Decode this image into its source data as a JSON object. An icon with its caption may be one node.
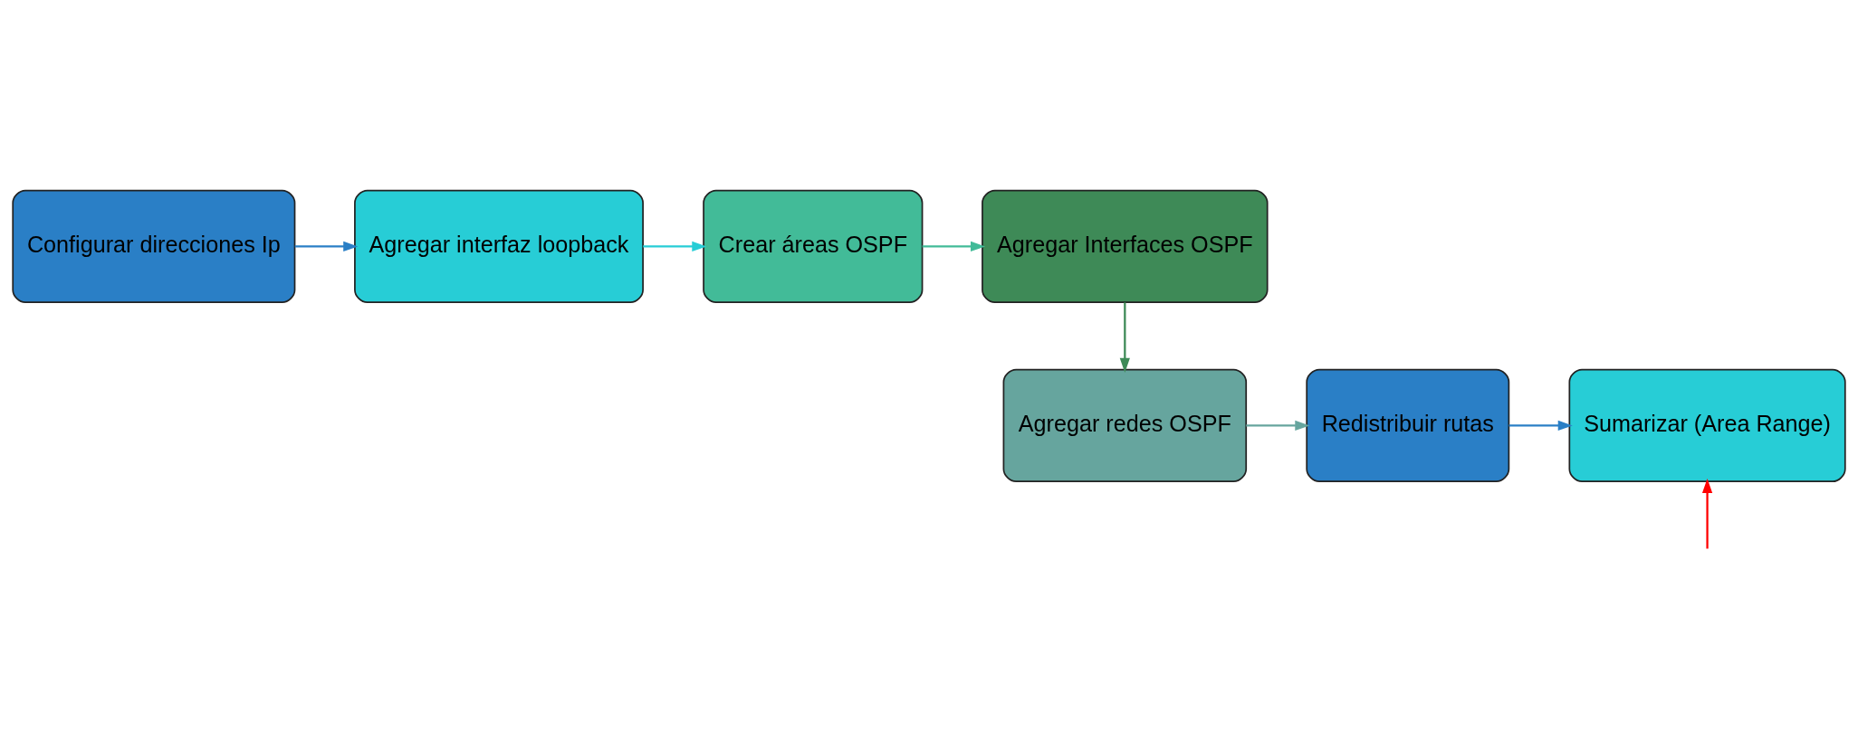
{
  "diagram": {
    "nodes": [
      {
        "text": [
          "Configurar direcciones Ip"
        ]
      },
      {
        "text": [
          "Agregar interfaz loopback"
        ]
      },
      {
        "text": [
          "Crear áreas OSPF"
        ]
      },
      {
        "text": [
          "Agregar Interfaces OSPF"
        ]
      },
      {
        "text": [
          "Agregar redes OSPF"
        ]
      },
      {
        "text": [
          "Redistribuir rutas"
        ]
      },
      {
        "text": [
          "Sumarizar (Area Range)"
        ]
      }
    ],
    "edges": [
      {
        "from": 0,
        "to": 1,
        "arrow": "to",
        "color": "#2a7fc6"
      },
      {
        "from": 1,
        "to": 2,
        "arrow": "to",
        "color": "#27cdd6"
      },
      {
        "from": 2,
        "to": 3,
        "arrow": "to",
        "color": "#42bb98"
      },
      {
        "from": 3,
        "to": 4,
        "arrow": "to",
        "color": "#3e8a57"
      },
      {
        "from": 4,
        "to": 5,
        "arrow": "to",
        "color": "#66a59e"
      },
      {
        "from": 5,
        "to": 6,
        "arrow": "to",
        "color": "#2a7fc6"
      },
      {
        "from": null,
        "to": 6,
        "arrow": "to",
        "color": "#ff0000"
      }
    ]
  }
}
